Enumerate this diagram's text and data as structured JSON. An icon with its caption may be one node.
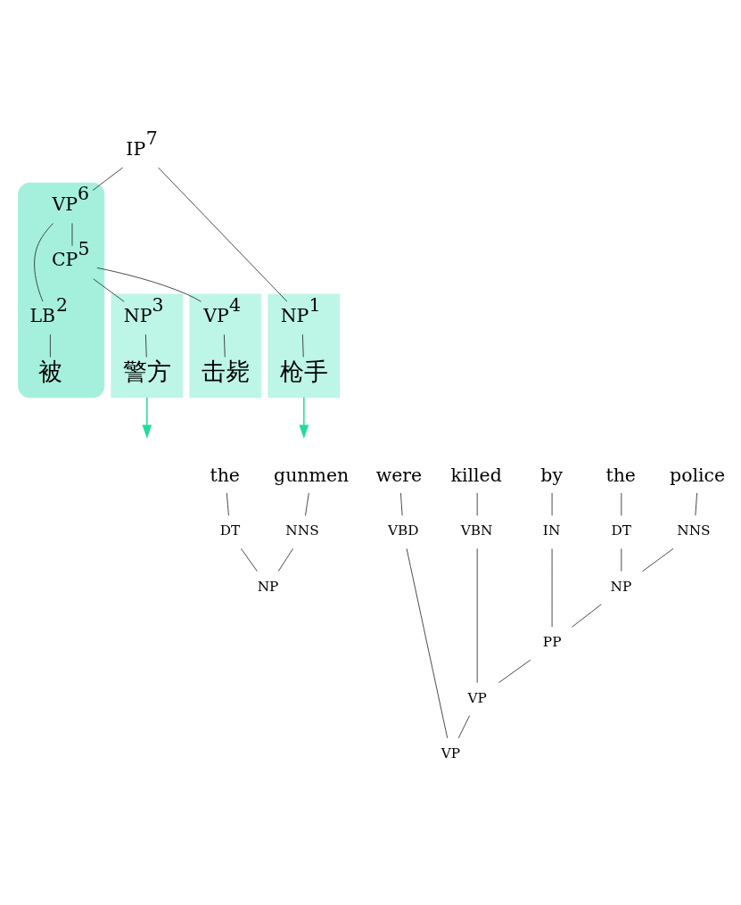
{
  "diagram": {
    "nodes": [
      {
        "text": [
          "IP"
        ],
        "beside": [
          "7"
        ]
      },
      {
        "text": [],
        "shape": "cloud"
      },
      {
        "text": [
          "VP"
        ],
        "beside": [
          "6"
        ],
        "in": 1
      },
      {
        "text": [
          "CP"
        ],
        "beside": [
          "5"
        ],
        "in": 1
      },
      {
        "text": [],
        "shape": "box"
      },
      {
        "text": [
          "NP"
        ],
        "beside": [
          "1"
        ],
        "in": 4
      },
      {
        "text": [
          "LB"
        ],
        "beside": [
          "2"
        ],
        "in": 1
      },
      {
        "text": [],
        "shape": "box"
      },
      {
        "text": [
          "NP"
        ],
        "beside": [
          "3"
        ],
        "in": 7
      },
      {
        "text": [],
        "shape": "box"
      },
      {
        "text": [
          "VP"
        ],
        "beside": [
          "4"
        ],
        "in": 9
      },
      {
        "text": [
          "枪手"
        ],
        "in": 4
      },
      {
        "text": [
          "被"
        ],
        "in": 1
      },
      {
        "text": [
          "警方"
        ],
        "in": 7
      },
      {
        "text": [
          "击毙"
        ],
        "in": 9
      },
      {
        "text": [
          "the"
        ]
      },
      {
        "text": [
          "gunmen"
        ]
      },
      {
        "text": [
          "were"
        ]
      },
      {
        "text": [
          "killed"
        ]
      },
      {
        "text": [
          "by"
        ]
      },
      {
        "text": [
          "the"
        ]
      },
      {
        "text": [
          "police"
        ]
      },
      {
        "text": [
          "DT"
        ]
      },
      {
        "text": [
          "NNS"
        ]
      },
      {
        "text": [
          "VBD"
        ]
      },
      {
        "text": [
          "VBN"
        ]
      },
      {
        "text": [
          "IN"
        ]
      },
      {
        "text": [
          "DT"
        ]
      },
      {
        "text": [
          "NNS"
        ]
      },
      {
        "text": [
          "NP"
        ]
      },
      {
        "text": [
          "NP"
        ]
      },
      {
        "text": [
          "PP"
        ]
      },
      {
        "text": [
          "VP"
        ]
      },
      {
        "text": [
          "VP"
        ]
      }
    ],
    "edges": [
      {
        "from": 0,
        "to": 5,
        "arrow": "none"
      },
      {
        "from": 0,
        "to": 2,
        "arrow": "none"
      },
      {
        "from": 2,
        "to": 6,
        "arrow": "none"
      },
      {
        "from": 2,
        "to": 3,
        "arrow": "none"
      },
      {
        "from": 3,
        "to": 8,
        "arrow": "none"
      },
      {
        "from": 3,
        "to": 10,
        "arrow": "none"
      },
      {
        "from": 5,
        "to": 11,
        "arrow": "none"
      },
      {
        "from": 6,
        "to": 12,
        "arrow": "none"
      },
      {
        "from": 8,
        "to": 13,
        "arrow": "none"
      },
      {
        "from": 10,
        "to": 14,
        "arrow": "none"
      },
      {
        "from": 4,
        "to": null,
        "arrow": "to",
        "color": "#22dd99"
      },
      {
        "from": 7,
        "to": null,
        "arrow": "to",
        "color": "#22dd99"
      },
      {
        "from": 15,
        "to": 22,
        "arrow": "none"
      },
      {
        "from": 16,
        "to": 23,
        "arrow": "none"
      },
      {
        "from": 22,
        "to": 29,
        "arrow": "none"
      },
      {
        "from": 23,
        "to": 29,
        "arrow": "none"
      },
      {
        "from": 17,
        "to": 24,
        "arrow": "none"
      },
      {
        "from": 18,
        "to": 25,
        "arrow": "none"
      },
      {
        "from": 19,
        "to": 26,
        "arrow": "none"
      },
      {
        "from": 20,
        "to": 27,
        "arrow": "none"
      },
      {
        "from": 21,
        "to": 28,
        "arrow": "none"
      },
      {
        "from": 27,
        "to": 30,
        "arrow": "none"
      },
      {
        "from": 28,
        "to": 30,
        "arrow": "none"
      },
      {
        "from": 26,
        "to": 31,
        "arrow": "none"
      },
      {
        "from": 30,
        "to": 31,
        "arrow": "none"
      },
      {
        "from": 25,
        "to": 32,
        "arrow": "none"
      },
      {
        "from": 31,
        "to": 32,
        "arrow": "none"
      },
      {
        "from": 24,
        "to": 33,
        "arrow": "none"
      },
      {
        "from": 32,
        "to": 33,
        "arrow": "none"
      }
    ]
  }
}
